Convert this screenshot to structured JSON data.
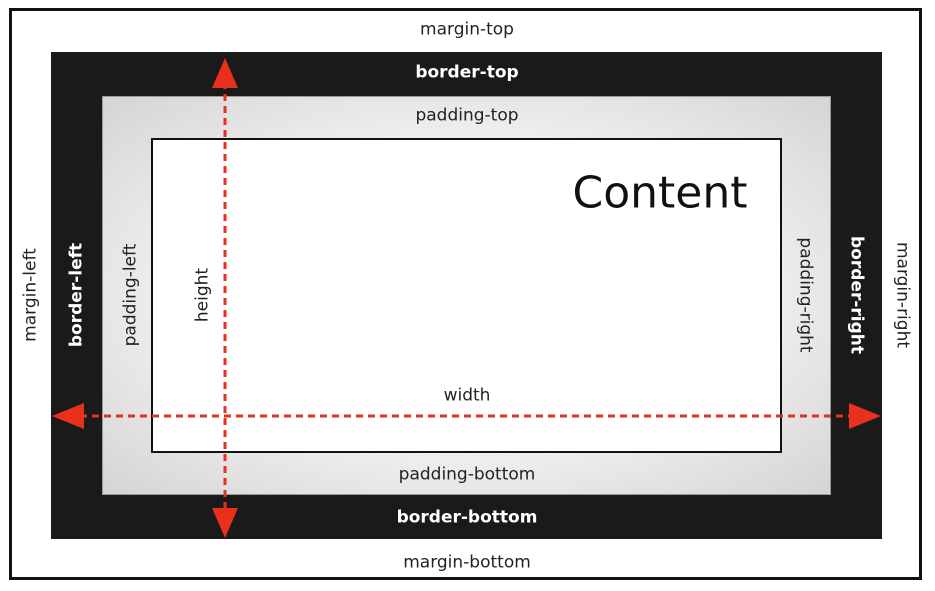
{
  "labels": {
    "margin_top": "margin-top",
    "margin_bottom": "margin-bottom",
    "margin_left": "margin-left",
    "margin_right": "margin-right",
    "border_top": "border-top",
    "border_bottom": "border-bottom",
    "border_left": "border-left",
    "border_right": "border-right",
    "padding_top": "padding-top",
    "padding_bottom": "padding-bottom",
    "padding_left": "padding-left",
    "padding_right": "padding-right",
    "content": "Content",
    "height": "height",
    "width": "width"
  },
  "colors": {
    "border_fill": "#1a1a1a",
    "arrow": "#e8301c"
  }
}
